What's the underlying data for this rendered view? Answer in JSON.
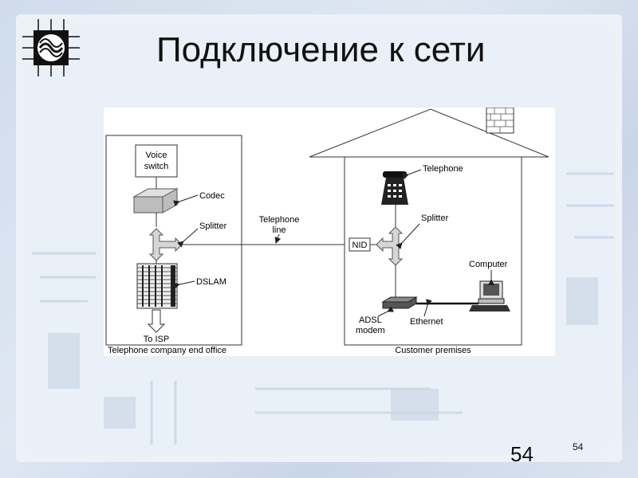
{
  "slide": {
    "title": "Подключение к сети",
    "page_number": "54",
    "page_number_small": "54"
  },
  "colors": {
    "background": "#dbe4f0",
    "diagram_bg": "#ffffff",
    "line": "#333333",
    "device_gray": "#bdbdbd"
  },
  "diagram": {
    "office": {
      "voice_switch_line1": "Voice",
      "voice_switch_line2": "switch",
      "codec": "Codec",
      "splitter": "Splitter",
      "dslam": "DSLAM",
      "to_isp": "To ISP",
      "caption": "Telephone company end office"
    },
    "link": {
      "line1": "Telephone",
      "line2": "line"
    },
    "customer": {
      "telephone": "Telephone",
      "splitter": "Splitter",
      "nid": "NID",
      "computer": "Computer",
      "modem_line1": "ADSL",
      "modem_line2": "modem",
      "ethernet": "Ethernet",
      "caption": "Customer premises"
    }
  }
}
